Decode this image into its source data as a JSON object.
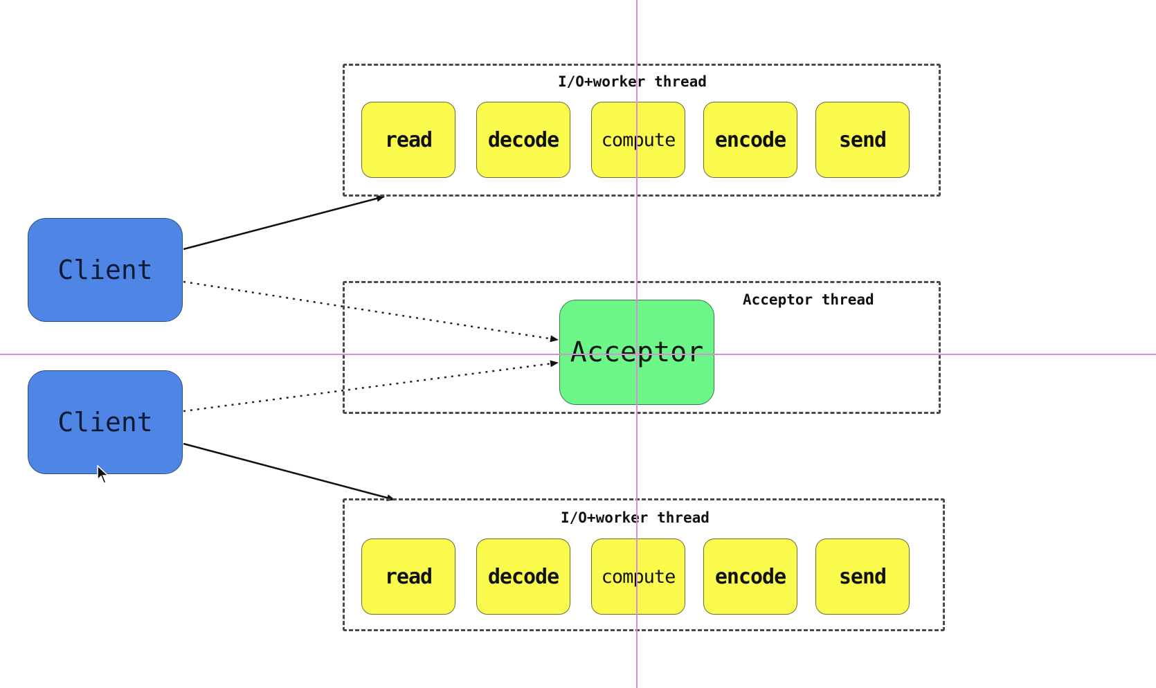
{
  "top_thread": {
    "label": "I/O+worker thread",
    "steps": [
      "read",
      "decode",
      "compute",
      "encode",
      "send"
    ]
  },
  "acceptor_thread": {
    "label": "Acceptor thread",
    "acceptor_label": "Acceptor"
  },
  "bottom_thread": {
    "label": "I/O+worker thread",
    "steps": [
      "read",
      "decode",
      "compute",
      "encode",
      "send"
    ]
  },
  "clients": [
    {
      "label": "Client"
    },
    {
      "label": "Client"
    }
  ],
  "colors": {
    "step_fill": "#fbfb4e",
    "client_fill": "#4f86e6",
    "acceptor_fill": "#6cf788",
    "guide_line": "#e08ae0"
  }
}
